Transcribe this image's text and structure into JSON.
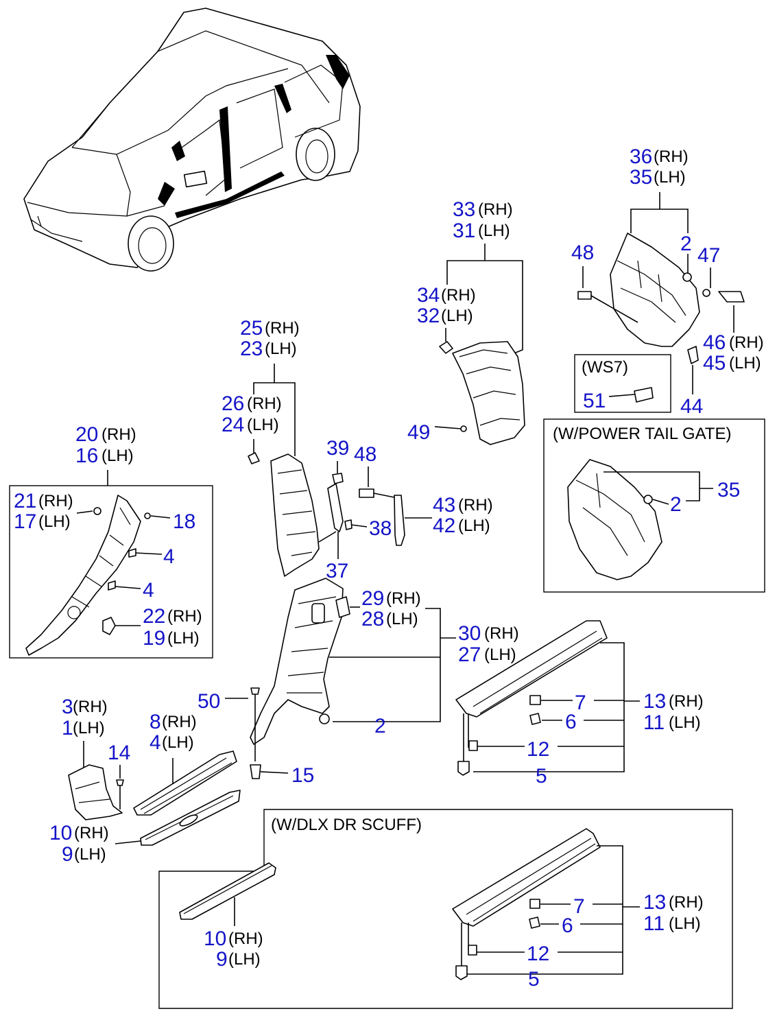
{
  "diagram": {
    "suffix_rh": "(RH)",
    "suffix_lh": "(LH)",
    "boxes": {
      "ws7": "(WS7)",
      "power_tail_gate": "(W/POWER TAIL GATE)",
      "dlx_dr_scuff": "(W/DLX DR SCUFF)"
    },
    "labels": {
      "n36": "36",
      "n35": "35",
      "n2a": "2",
      "n47": "47",
      "n48a": "48",
      "n46": "46",
      "n45": "45",
      "n51": "51",
      "n44": "44",
      "n33": "33",
      "n31": "31",
      "n34": "34",
      "n32": "32",
      "n49": "49",
      "n35b": "35",
      "n2b": "2",
      "n25": "25",
      "n23": "23",
      "n26": "26",
      "n24": "24",
      "n39": "39",
      "n48b": "48",
      "n43": "43",
      "n42": "42",
      "n38": "38",
      "n37": "37",
      "n20": "20",
      "n16": "16",
      "n21": "21",
      "n17": "17",
      "n18": "18",
      "n4a": "4",
      "n4b": "4",
      "n22": "22",
      "n19": "19",
      "n29": "29",
      "n28": "28",
      "n30": "30",
      "n27": "27",
      "n50": "50",
      "n2c": "2",
      "n15": "15",
      "n13a": "13",
      "n11a": "11",
      "n7a": "7",
      "n6a": "6",
      "n12a": "12",
      "n5a": "5",
      "n3": "3",
      "n1": "1",
      "n14": "14",
      "n8": "8",
      "n4c": "4",
      "n10a": "10",
      "n9a": "9",
      "n10b": "10",
      "n9b": "9",
      "n13b": "13",
      "n11b": "11",
      "n7b": "7",
      "n6b": "6",
      "n12b": "12",
      "n5b": "5"
    }
  }
}
